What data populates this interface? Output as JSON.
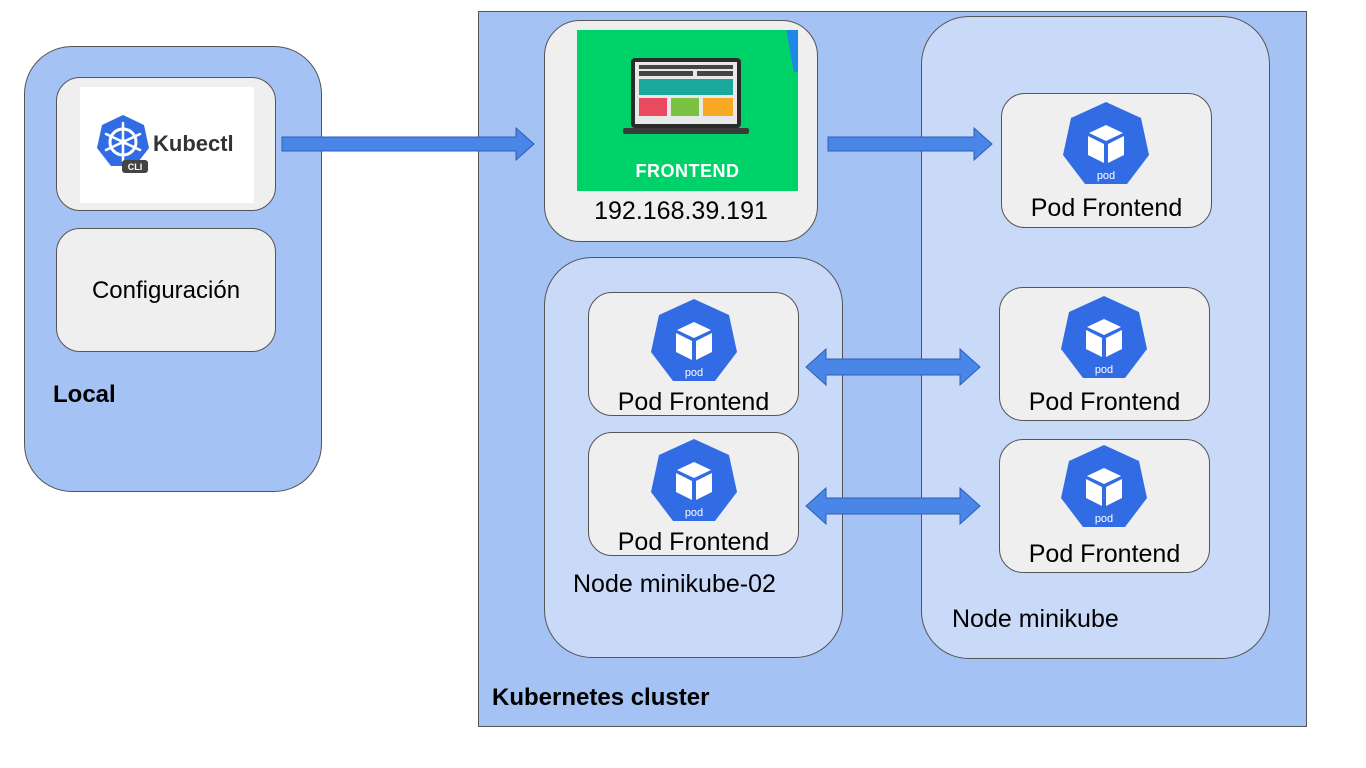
{
  "local": {
    "title": "Local",
    "kubectl_text": "Kubectl",
    "cli_badge": "CLI",
    "config_label": "Configuración"
  },
  "cluster": {
    "title": "Kubernetes cluster",
    "service": {
      "banner_text": "FRONTEND",
      "ip": "192.168.39.191"
    },
    "node_minikube_02": {
      "label": "Node minikube-02",
      "pods": [
        "Pod Frontend",
        "Pod Frontend"
      ]
    },
    "node_minikube": {
      "label": "Node minikube",
      "pods": [
        "Pod Frontend",
        "Pod Frontend",
        "Pod Frontend"
      ]
    },
    "pod_icon_text": "pod"
  },
  "colors": {
    "cluster_bg": "#a4c2f4",
    "node_bg": "#c9daf8",
    "card_bg": "#efefef",
    "arrow": "#4a86e8",
    "k8s_blue": "#326ce5",
    "banner_green": "#00d26a"
  }
}
